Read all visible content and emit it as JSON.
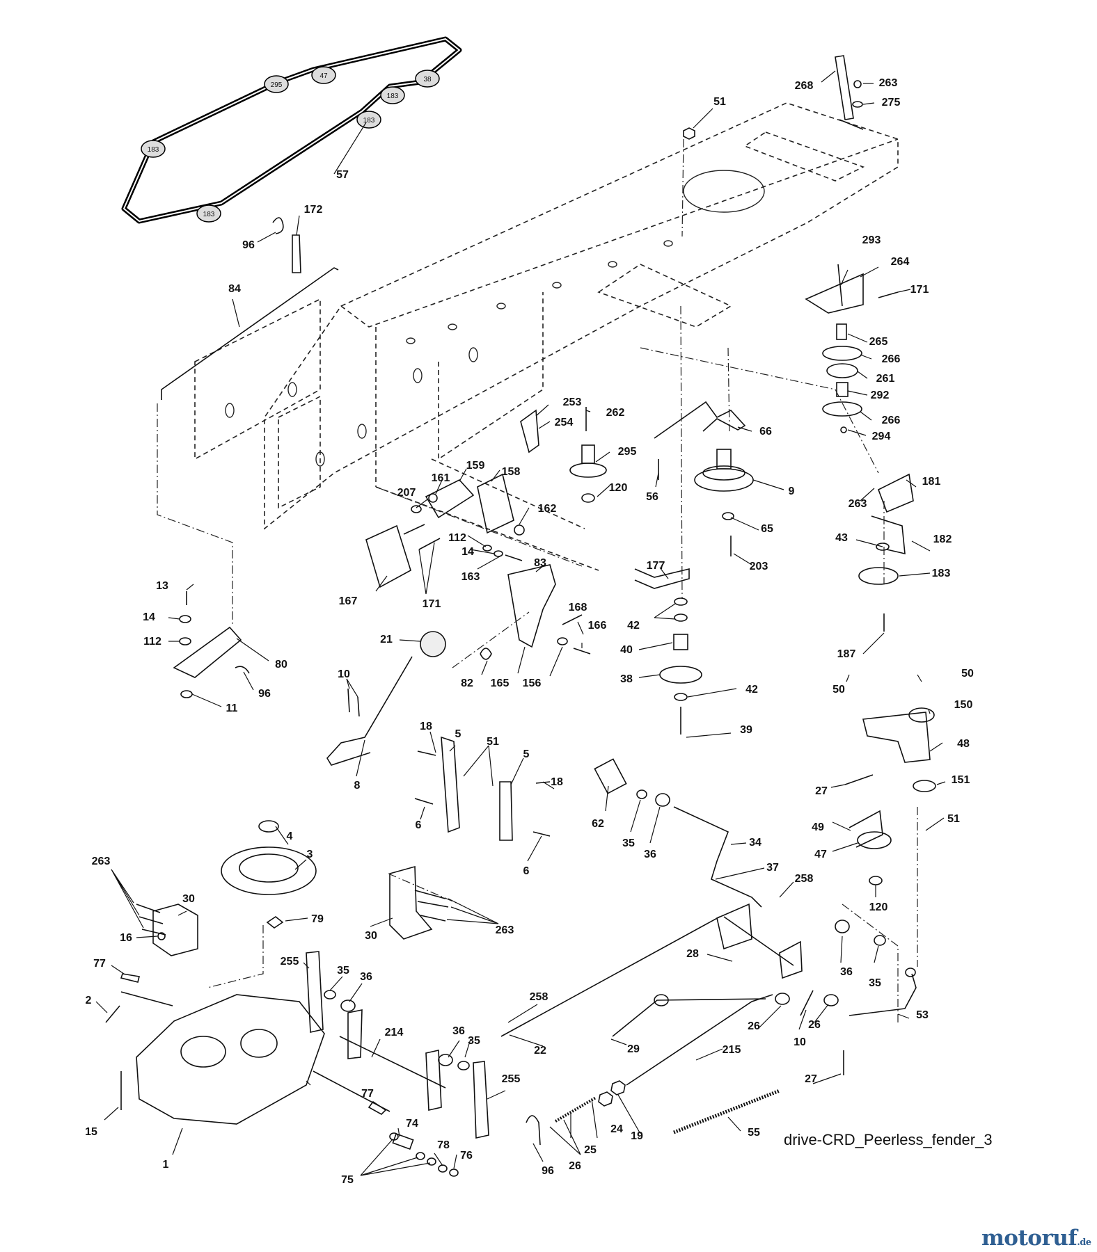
{
  "caption": "drive-CRD_Peerless_fender_3",
  "logo": {
    "brand": "motoruf",
    "tld": ".de",
    "accent_color": "#e08a1c",
    "brand_color": "#2f5f92"
  },
  "belt_pulley_labels": [
    "183",
    "295",
    "47",
    "38",
    "183",
    "183",
    "183"
  ],
  "callouts": [
    {
      "id": "c1",
      "label": "268"
    },
    {
      "id": "c2",
      "label": "263"
    },
    {
      "id": "c3",
      "label": "275"
    },
    {
      "id": "c4",
      "label": "51"
    },
    {
      "id": "c5",
      "label": "57"
    },
    {
      "id": "c6",
      "label": "172"
    },
    {
      "id": "c7",
      "label": "96"
    },
    {
      "id": "c8",
      "label": "84"
    },
    {
      "id": "c9",
      "label": "293"
    },
    {
      "id": "c10",
      "label": "264"
    },
    {
      "id": "c11",
      "label": "171"
    },
    {
      "id": "c12",
      "label": "265"
    },
    {
      "id": "c13",
      "label": "266"
    },
    {
      "id": "c14",
      "label": "261"
    },
    {
      "id": "c15",
      "label": "292"
    },
    {
      "id": "c16",
      "label": "266"
    },
    {
      "id": "c17",
      "label": "294"
    },
    {
      "id": "c18",
      "label": "253"
    },
    {
      "id": "c19",
      "label": "254"
    },
    {
      "id": "c20",
      "label": "262"
    },
    {
      "id": "c21",
      "label": "66"
    },
    {
      "id": "c22",
      "label": "295"
    },
    {
      "id": "c23",
      "label": "120"
    },
    {
      "id": "c24",
      "label": "56"
    },
    {
      "id": "c25",
      "label": "9"
    },
    {
      "id": "c26",
      "label": "263"
    },
    {
      "id": "c27",
      "label": "181"
    },
    {
      "id": "c28",
      "label": "159"
    },
    {
      "id": "c29",
      "label": "158"
    },
    {
      "id": "c30",
      "label": "161"
    },
    {
      "id": "c31",
      "label": "207"
    },
    {
      "id": "c32",
      "label": "162"
    },
    {
      "id": "c33",
      "label": "112"
    },
    {
      "id": "c34",
      "label": "14"
    },
    {
      "id": "c35",
      "label": "163"
    },
    {
      "id": "c36",
      "label": "83"
    },
    {
      "id": "c37",
      "label": "167"
    },
    {
      "id": "c38",
      "label": "171"
    },
    {
      "id": "c39",
      "label": "65"
    },
    {
      "id": "c40",
      "label": "203"
    },
    {
      "id": "c41",
      "label": "43"
    },
    {
      "id": "c42",
      "label": "182"
    },
    {
      "id": "c43",
      "label": "183"
    },
    {
      "id": "c44",
      "label": "177"
    },
    {
      "id": "c45",
      "label": "42"
    },
    {
      "id": "c46",
      "label": "40"
    },
    {
      "id": "c47",
      "label": "38"
    },
    {
      "id": "c48",
      "label": "42"
    },
    {
      "id": "c49",
      "label": "39"
    },
    {
      "id": "c50",
      "label": "187"
    },
    {
      "id": "c51",
      "label": "13"
    },
    {
      "id": "c52",
      "label": "14"
    },
    {
      "id": "c53",
      "label": "112"
    },
    {
      "id": "c54",
      "label": "80"
    },
    {
      "id": "c55",
      "label": "96"
    },
    {
      "id": "c56",
      "label": "11"
    },
    {
      "id": "c57",
      "label": "21"
    },
    {
      "id": "c58",
      "label": "168"
    },
    {
      "id": "c59",
      "label": "166"
    },
    {
      "id": "c60",
      "label": "82"
    },
    {
      "id": "c61",
      "label": "165"
    },
    {
      "id": "c62",
      "label": "156"
    },
    {
      "id": "c63",
      "label": "10"
    },
    {
      "id": "c64",
      "label": "8"
    },
    {
      "id": "c65",
      "label": "50"
    },
    {
      "id": "c66",
      "label": "50"
    },
    {
      "id": "c67",
      "label": "150"
    },
    {
      "id": "c68",
      "label": "48"
    },
    {
      "id": "c69",
      "label": "27"
    },
    {
      "id": "c70",
      "label": "151"
    },
    {
      "id": "c71",
      "label": "49"
    },
    {
      "id": "c72",
      "label": "51"
    },
    {
      "id": "c73",
      "label": "47"
    },
    {
      "id": "c74",
      "label": "120"
    },
    {
      "id": "c75",
      "label": "18"
    },
    {
      "id": "c76",
      "label": "5"
    },
    {
      "id": "c77",
      "label": "51"
    },
    {
      "id": "c78",
      "label": "5"
    },
    {
      "id": "c79",
      "label": "18"
    },
    {
      "id": "c80",
      "label": "6"
    },
    {
      "id": "c81",
      "label": "6"
    },
    {
      "id": "c82",
      "label": "62"
    },
    {
      "id": "c83",
      "label": "35"
    },
    {
      "id": "c84",
      "label": "36"
    },
    {
      "id": "c85",
      "label": "34"
    },
    {
      "id": "c86",
      "label": "37"
    },
    {
      "id": "c87",
      "label": "258"
    },
    {
      "id": "c88",
      "label": "4"
    },
    {
      "id": "c89",
      "label": "3"
    },
    {
      "id": "c90",
      "label": "263"
    },
    {
      "id": "c91",
      "label": "30"
    },
    {
      "id": "c92",
      "label": "16"
    },
    {
      "id": "c93",
      "label": "79"
    },
    {
      "id": "c94",
      "label": "30"
    },
    {
      "id": "c95",
      "label": "263"
    },
    {
      "id": "c96",
      "label": "77"
    },
    {
      "id": "c97",
      "label": "2"
    },
    {
      "id": "c98",
      "label": "255"
    },
    {
      "id": "c99",
      "label": "35"
    },
    {
      "id": "c100",
      "label": "36"
    },
    {
      "id": "c101",
      "label": "28"
    },
    {
      "id": "c102",
      "label": "36"
    },
    {
      "id": "c103",
      "label": "35"
    },
    {
      "id": "c104",
      "label": "258"
    },
    {
      "id": "c105",
      "label": "22"
    },
    {
      "id": "c106",
      "label": "29"
    },
    {
      "id": "c107",
      "label": "26"
    },
    {
      "id": "c108",
      "label": "10"
    },
    {
      "id": "c109",
      "label": "26"
    },
    {
      "id": "c110",
      "label": "53"
    },
    {
      "id": "c111",
      "label": "214"
    },
    {
      "id": "c112",
      "label": "36"
    },
    {
      "id": "c113",
      "label": "35"
    },
    {
      "id": "c114",
      "label": "215"
    },
    {
      "id": "c115",
      "label": "27"
    },
    {
      "id": "c116",
      "label": "15"
    },
    {
      "id": "c117",
      "label": "77"
    },
    {
      "id": "c118",
      "label": "255"
    },
    {
      "id": "c119",
      "label": "74"
    },
    {
      "id": "c120",
      "label": "78"
    },
    {
      "id": "c121",
      "label": "76"
    },
    {
      "id": "c122",
      "label": "24"
    },
    {
      "id": "c123",
      "label": "19"
    },
    {
      "id": "c124",
      "label": "25"
    },
    {
      "id": "c125",
      "label": "55"
    },
    {
      "id": "c126",
      "label": "1"
    },
    {
      "id": "c127",
      "label": "75"
    },
    {
      "id": "c128",
      "label": "96"
    },
    {
      "id": "c129",
      "label": "26"
    }
  ]
}
